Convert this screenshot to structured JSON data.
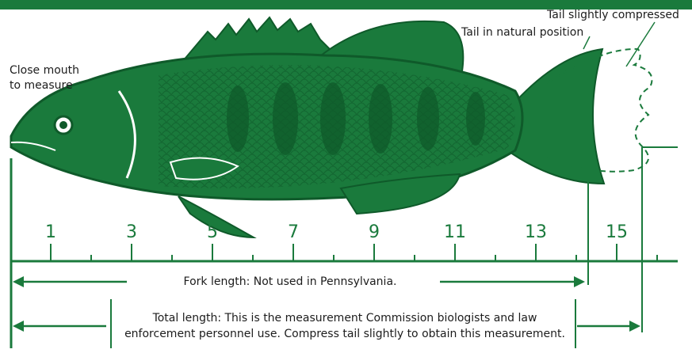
{
  "labels": {
    "close_mouth_line1": "Close mouth",
    "close_mouth_line2": "to measure",
    "tail_compressed": "Tail slightly compressed",
    "tail_natural": "Tail in natural position",
    "fork_length": "Fork length: Not used in Pennsylvania.",
    "total_length_line1": "Total length: This is the measurement Commission biologists and law",
    "total_length_line2": "enforcement personnel use. Compress tail slightly to obtain this measurement."
  },
  "ruler": {
    "numbers": [
      "1",
      "3",
      "5",
      "7",
      "9",
      "11",
      "13",
      "15"
    ]
  },
  "colors": {
    "green": "#1a7a3c",
    "dark_green": "#0f5a2a",
    "text": "#1c1c1c"
  }
}
